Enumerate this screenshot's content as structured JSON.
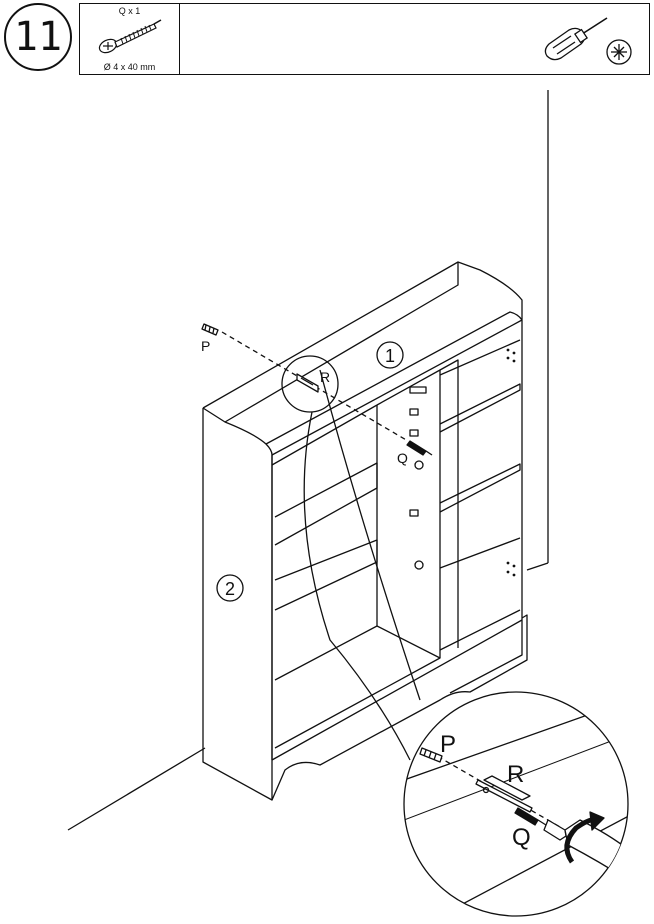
{
  "step": {
    "number": "11"
  },
  "hardware": {
    "quantity_label": "Q x 1",
    "size_label": "Ø 4 x 40 mm",
    "icon": "screw-icon"
  },
  "tool": {
    "icon": "phillips-screwdriver-icon"
  },
  "labels": {
    "panel_top": "1",
    "panel_side": "2",
    "part_p": "P",
    "part_q": "Q",
    "part_r": "R",
    "detail_p": "P",
    "detail_q": "Q",
    "detail_r": "R"
  }
}
